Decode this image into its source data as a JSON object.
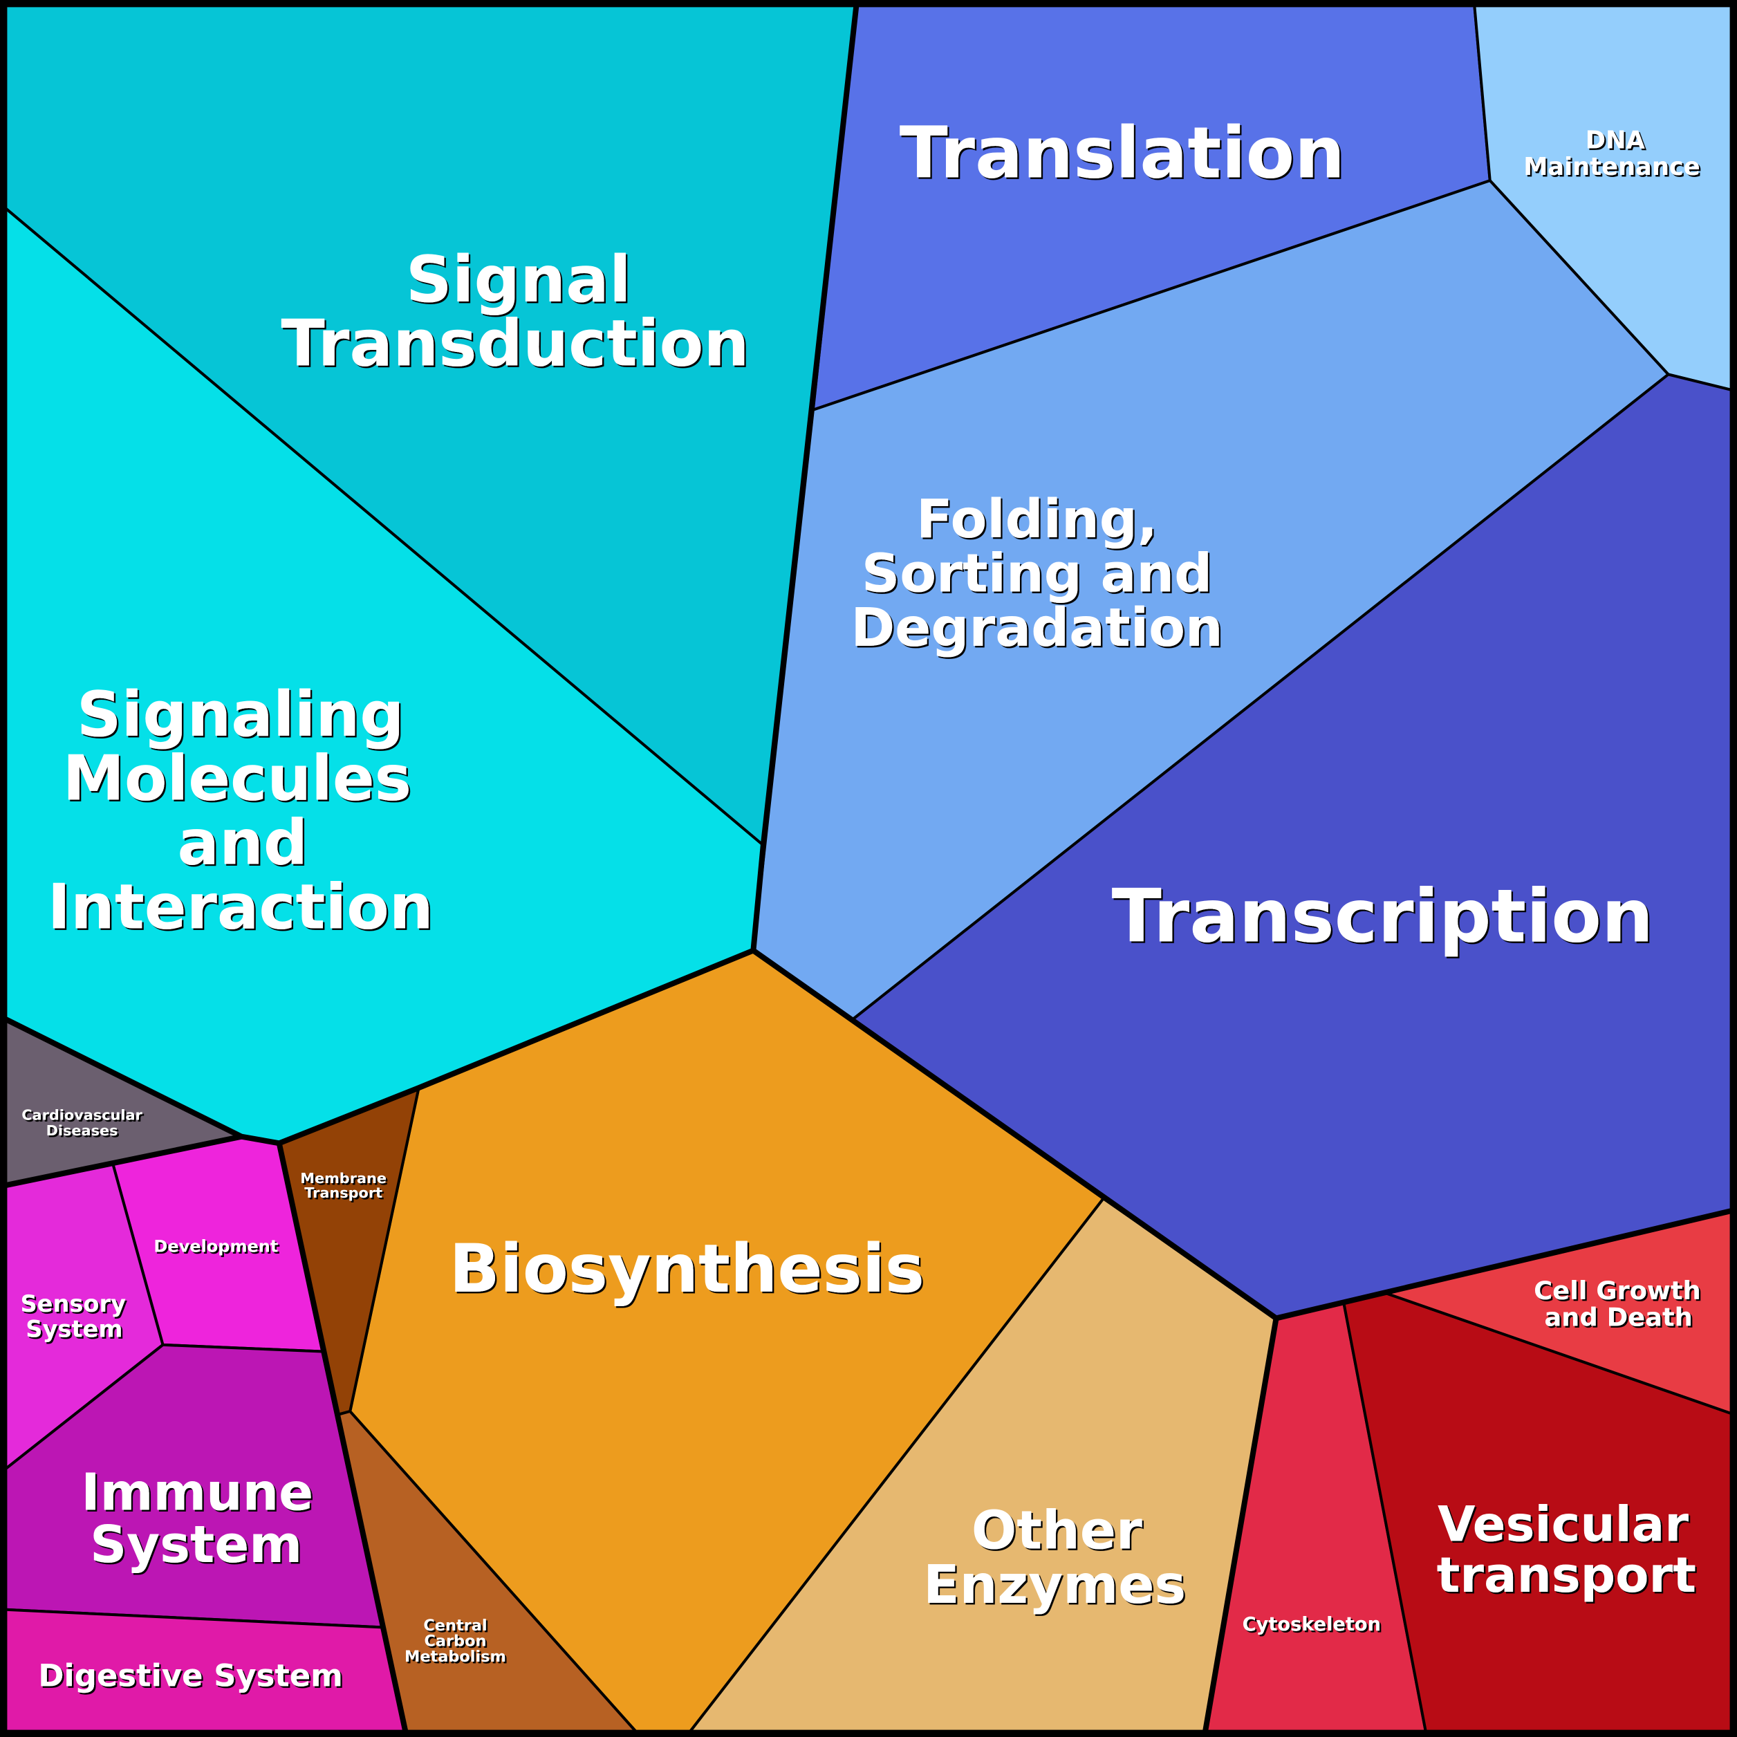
{
  "title": "Voronoi treemap of functional categories",
  "cells": {
    "signal_transduction": {
      "lines": [
        "Signal",
        "Transduction"
      ],
      "color": "#06c5d6"
    },
    "signaling_molecules": {
      "lines": [
        "Signaling",
        "Molecules",
        "and",
        "Interaction"
      ],
      "color": "#05e0e8"
    },
    "translation": {
      "lines": [
        "Translation"
      ],
      "color": "#5872e8"
    },
    "dna_maintenance": {
      "lines": [
        "DNA",
        "Maintenance"
      ],
      "color": "#94cefc"
    },
    "folding": {
      "lines": [
        "Folding,",
        "Sorting and",
        "Degradation"
      ],
      "color": "#72a9f2"
    },
    "transcription": {
      "lines": [
        "Transcription"
      ],
      "color": "#4a51ca"
    },
    "biosynthesis": {
      "lines": [
        "Biosynthesis"
      ],
      "color": "#ed9c1e"
    },
    "other_enzymes": {
      "lines": [
        "Other",
        "Enzymes"
      ],
      "color": "#e6b870"
    },
    "cytoskeleton": {
      "lines": [
        "Cytoskeleton"
      ],
      "color": "#e22a48"
    },
    "vesicular": {
      "lines": [
        "Vesicular",
        "transport"
      ],
      "color": "#b80c15"
    },
    "cell_growth": {
      "lines": [
        "Cell Growth",
        "and Death"
      ],
      "color": "#e83c44"
    },
    "membrane_transport": {
      "lines": [
        "Membrane",
        "Transport"
      ],
      "color": "#934206"
    },
    "central_carbon": {
      "lines": [
        "Central",
        "Carbon",
        "Metabolism"
      ],
      "color": "#b76123"
    },
    "cardiovascular": {
      "lines": [
        "Cardiovascular",
        "Diseases"
      ],
      "color": "#6b5f6f"
    },
    "development": {
      "lines": [
        "Development"
      ],
      "color": "#ee24dc"
    },
    "sensory": {
      "lines": [
        "Sensory",
        "System"
      ],
      "color": "#e42ada"
    },
    "immune": {
      "lines": [
        "Immune",
        "System"
      ],
      "color": "#bc16b4"
    },
    "digestive": {
      "lines": [
        "Digestive System"
      ],
      "color": "#e01aa8"
    }
  }
}
